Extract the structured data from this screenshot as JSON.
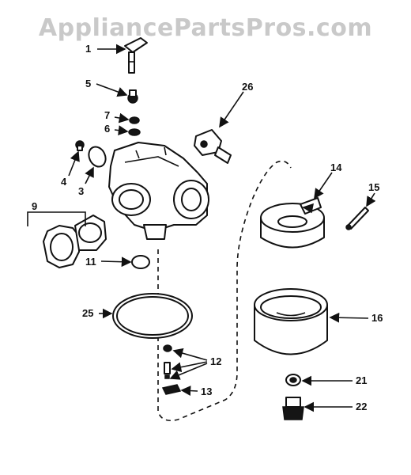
{
  "watermark": "AppliancePartsPros.com",
  "callouts": {
    "c1": "1",
    "c3": "3",
    "c4": "4",
    "c5": "5",
    "c6": "6",
    "c7": "7",
    "c9": "9",
    "c11": "11",
    "c12": "12",
    "c13": "13",
    "c14": "14",
    "c15": "15",
    "c16": "16",
    "c21": "21",
    "c22": "22",
    "c25": "25",
    "c26": "26"
  },
  "colors": {
    "ink": "#111111",
    "watermark": "#c9c9c9",
    "background": "#ffffff"
  }
}
